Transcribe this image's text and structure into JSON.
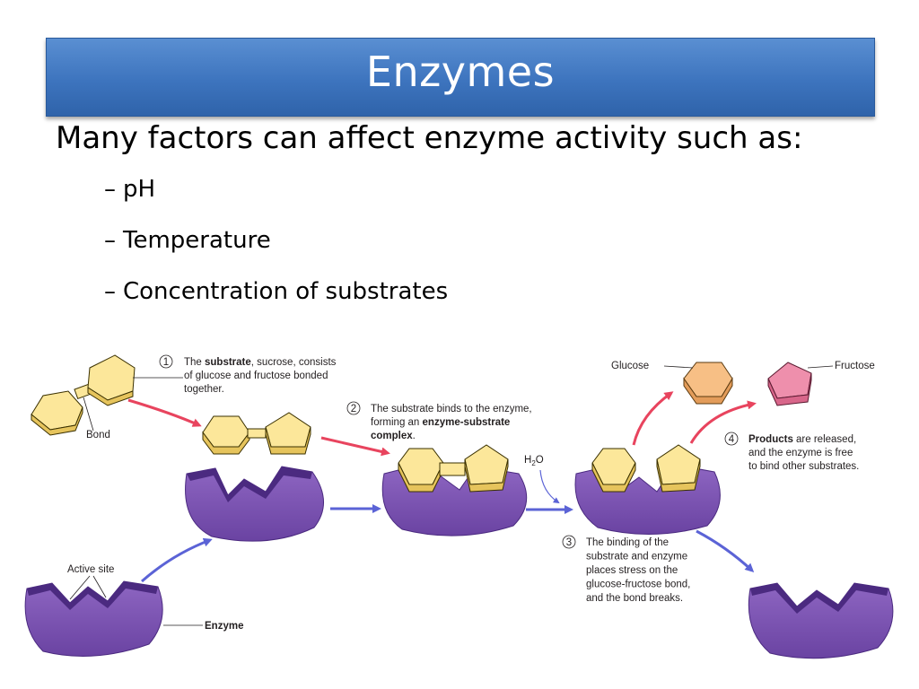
{
  "slide": {
    "title": "Enzymes",
    "intro": "Many factors can affect enzyme activity such as:",
    "bullets": [
      "pH",
      "Temperature",
      "Concentration of substrates"
    ],
    "bullet_dash": "–"
  },
  "diagram": {
    "step1": {
      "number": "1",
      "lines": [
        [
          {
            "t": "The "
          },
          {
            "t": "substrate",
            "b": true
          },
          {
            "t": ", sucrose, consists"
          }
        ],
        [
          {
            "t": "of glucose and fructose bonded"
          }
        ],
        [
          {
            "t": "together."
          }
        ]
      ]
    },
    "step2": {
      "number": "2",
      "lines": [
        [
          {
            "t": "The substrate binds to the enzyme,"
          }
        ],
        [
          {
            "t": "forming an "
          },
          {
            "t": "enzyme-substrate",
            "b": true
          }
        ],
        [
          {
            "t": "complex",
            "b": true
          },
          {
            "t": "."
          }
        ]
      ]
    },
    "step3": {
      "number": "3",
      "lines": [
        [
          {
            "t": "The binding of the"
          }
        ],
        [
          {
            "t": "substrate and enzyme"
          }
        ],
        [
          {
            "t": "places stress on the"
          }
        ],
        [
          {
            "t": "glucose-fructose bond,"
          }
        ],
        [
          {
            "t": "and the bond breaks."
          }
        ]
      ]
    },
    "step4": {
      "number": "4",
      "lines": [
        [
          {
            "t": "Products",
            "b": true
          },
          {
            "t": " are released,"
          }
        ],
        [
          {
            "t": "and the enzyme is free"
          }
        ],
        [
          {
            "t": "to bind other substrates."
          }
        ]
      ]
    },
    "labels": {
      "bond": "Bond",
      "active_site": "Active site",
      "enzyme": "Enzyme",
      "glucose": "Glucose",
      "fructose": "Fructose",
      "water_h": "H",
      "water_sub": "2",
      "water_o": "O"
    },
    "colors": {
      "enzyme_purple": "#7d55b0",
      "enzyme_dark": "#4b2a80",
      "substrate_yellow": "#fce79a",
      "glucose_orange": "#f7bf85",
      "fructose_pink": "#ee8fac",
      "arrow_red": "#e8445e",
      "arrow_blue": "#5b63d6"
    }
  }
}
